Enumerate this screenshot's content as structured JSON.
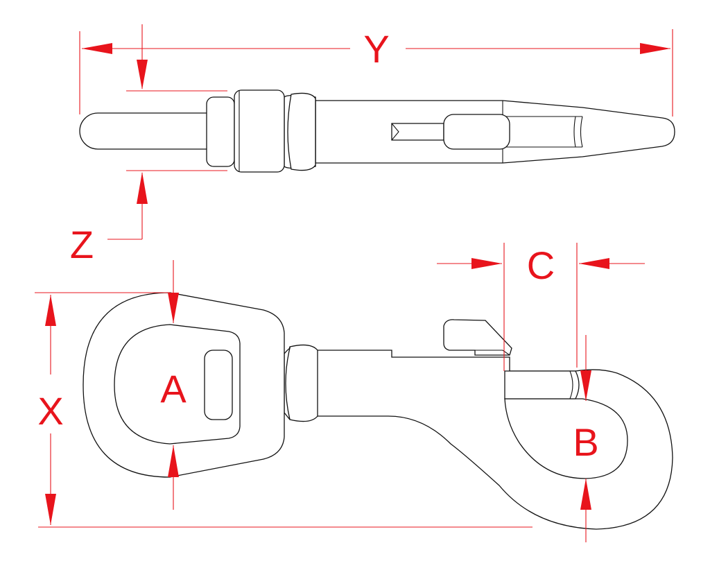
{
  "diagram": {
    "colors": {
      "dimension": "#e8141c",
      "outline": "#111111",
      "background": "#ffffff"
    },
    "labels": {
      "y": "Y",
      "z": "Z",
      "x": "X",
      "a": "A",
      "b": "B",
      "c": "C"
    }
  }
}
